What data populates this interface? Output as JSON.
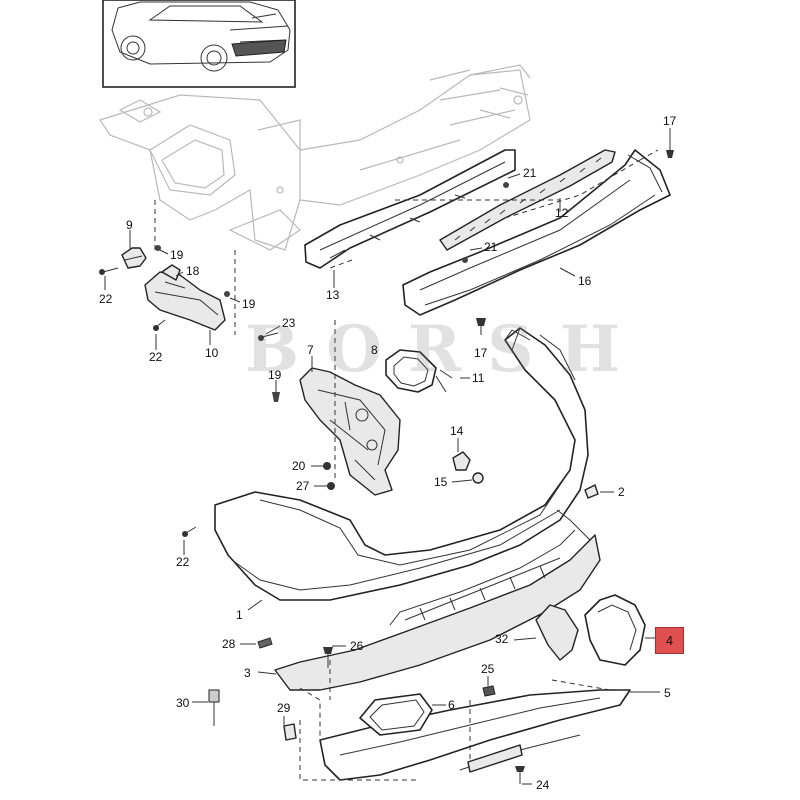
{
  "watermark": "BORSH",
  "highlight": {
    "label": "4",
    "color": "#e05050"
  },
  "callouts": [
    "17",
    "21",
    "12",
    "21",
    "16",
    "13",
    "9",
    "19",
    "18",
    "22",
    "19",
    "10",
    "23",
    "22",
    "7",
    "8",
    "11",
    "17",
    "19",
    "14",
    "20",
    "27",
    "15",
    "2",
    "22",
    "1",
    "28",
    "26",
    "32",
    "4",
    "3",
    "25",
    "5",
    "30",
    "6",
    "29",
    "24"
  ]
}
